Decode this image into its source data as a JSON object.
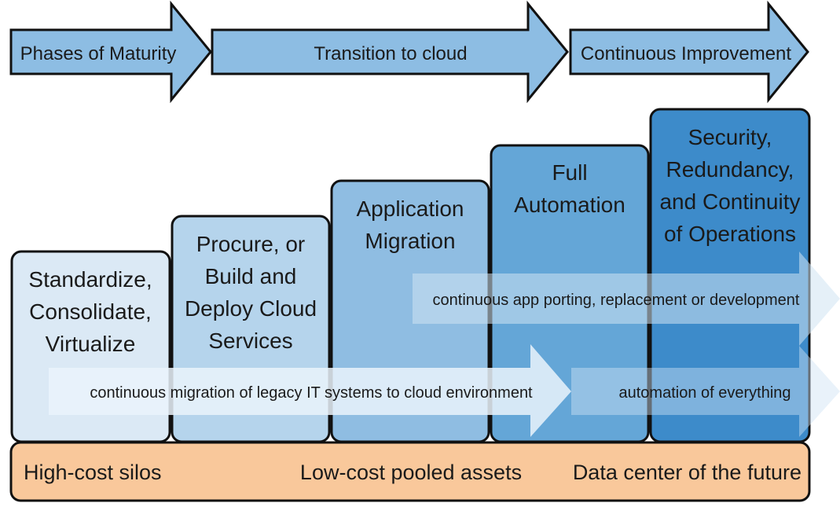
{
  "phases": [
    {
      "label": "Phases of Maturity"
    },
    {
      "label": "Transition to cloud"
    },
    {
      "label": "Continuous Improvement"
    }
  ],
  "stages": [
    {
      "lines": [
        "Standardize,",
        "Consolidate,",
        "Virtualize"
      ],
      "color": "#dbe9f5"
    },
    {
      "lines": [
        "Procure, or",
        "Build and",
        "Deploy Cloud",
        "Services"
      ],
      "color": "#b5d4ec"
    },
    {
      "lines": [
        "Application",
        "Migration"
      ],
      "color": "#8fbde2"
    },
    {
      "lines": [
        "Full",
        "Automation"
      ],
      "color": "#64a6d7"
    },
    {
      "lines": [
        "Security,",
        "Redundancy,",
        "and Continuity",
        "of Operations"
      ],
      "color": "#3d8bca"
    }
  ],
  "flows": [
    {
      "label": "continuous app porting, replacement or development"
    },
    {
      "label": "continuous migration of legacy IT systems to cloud environment"
    },
    {
      "label": "automation of everything"
    }
  ],
  "cost_bar": {
    "labels": [
      "High-cost silos",
      "Low-cost pooled assets",
      "Data center of the future"
    ],
    "color": "#f9c89b"
  },
  "colors": {
    "phase_arrow": "#8dbde3",
    "outline": "#111111",
    "flow_arrow": "#cfe3f3"
  }
}
